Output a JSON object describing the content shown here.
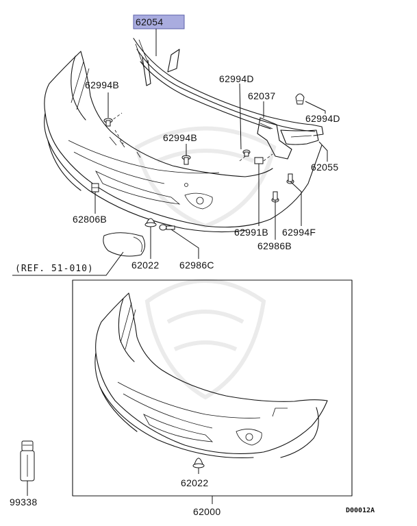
{
  "labels": {
    "p62054": "62054",
    "p62994B_left": "62994B",
    "p62994B_mid": "62994B",
    "p62994D_upper": "62994D",
    "p62037": "62037",
    "p62994D_right": "62994D",
    "p62055": "62055",
    "p62806B": "62806B",
    "p62991B": "62991B",
    "p62994F": "62994F",
    "p62986B": "62986B",
    "p62022_upper": "62022",
    "p62986C": "62986C",
    "ref": "(REF. 51-010)",
    "p62022_lower": "62022",
    "p99338": "99338",
    "p62000": "62000",
    "drawing_code": "D00012A"
  },
  "colors": {
    "highlight_fill": "#a9acdf",
    "highlight_stroke": "#5a5fa8",
    "line": "#111111"
  },
  "highlighted_part": "62054"
}
